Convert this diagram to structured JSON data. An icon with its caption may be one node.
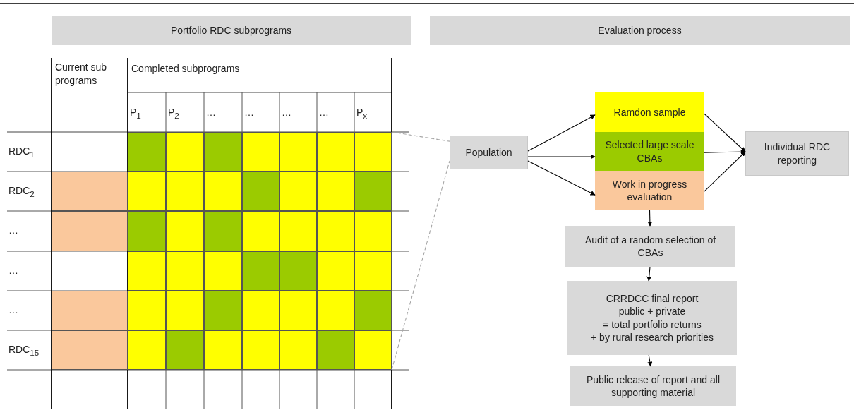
{
  "diagram": {
    "nodes": [
      {
        "text": [
          "Portfolio RDC subprograms"
        ]
      },
      {
        "text": [
          "Evaluation process"
        ]
      },
      {
        "text": [],
        "shape": "box"
      },
      {
        "text": [
          "Population"
        ]
      },
      {
        "text": [
          "Ramdon sample"
        ]
      },
      {
        "text": [
          "Selected large scale CBAs"
        ]
      },
      {
        "text": [
          "Work in progress evaluation"
        ]
      },
      {
        "text": [
          "Individual RDC reporting"
        ]
      },
      {
        "text": [
          "Audit of a random selection of CBAs"
        ]
      },
      {
        "text": [
          "CRRDCC final report",
          "public + private",
          "= total portfolio returns",
          "+ by rural research priorities"
        ]
      },
      {
        "text": [
          "Public release of report and all supporting material"
        ]
      }
    ],
    "edges": [
      {
        "from": 2,
        "to": 3,
        "arrow": "none",
        "style": "dashed",
        "color": "#a6a6a6"
      },
      {
        "from": 2,
        "to": 3,
        "arrow": "none",
        "style": "dashed",
        "color": "#a6a6a6"
      },
      {
        "from": 3,
        "to": 4,
        "arrow": "to"
      },
      {
        "from": 3,
        "to": 5,
        "arrow": "to"
      },
      {
        "from": 3,
        "to": 6,
        "arrow": "to"
      },
      {
        "from": 4,
        "to": 7,
        "arrow": "to"
      },
      {
        "from": 5,
        "to": 7,
        "arrow": "to"
      },
      {
        "from": 6,
        "to": 7,
        "arrow": "to"
      },
      {
        "from": 6,
        "to": 8,
        "arrow": "to"
      },
      {
        "from": 8,
        "to": 9,
        "arrow": "to"
      },
      {
        "from": 9,
        "to": 10,
        "arrow": "to"
      }
    ],
    "labels": [
      "Current sub programs",
      "Completed subprograms",
      "P$_{1}$",
      "P$_{2}$",
      "…",
      "…",
      "…",
      "…",
      "P$_{x}$",
      "RDC$_{1}$",
      "RDC$_{2}$",
      "…",
      "…",
      "…",
      "RDC$_{15}$"
    ]
  }
}
